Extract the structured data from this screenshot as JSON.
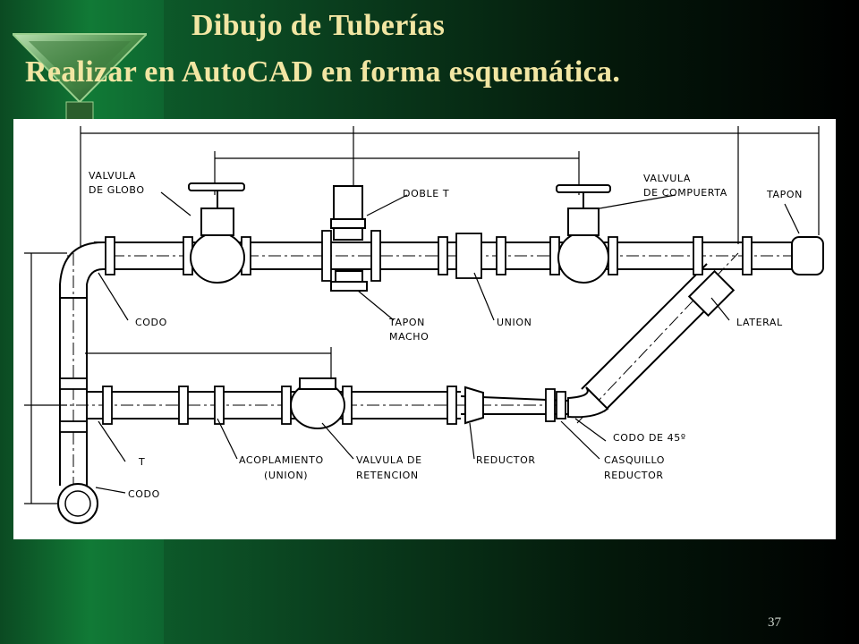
{
  "slide": {
    "title": "Dibujo de Tuberías",
    "subtitle": "Realizar en AutoCAD en forma esquemática.",
    "number": "37"
  },
  "colors": {
    "title_text": "#f2e6a3",
    "background_dark": "#000000",
    "background_green": "#0d5a2a"
  },
  "logo": {
    "icon": "green-funnel-logo-icon"
  },
  "diagram": {
    "labels": {
      "valvula_globo_1": "VALVULA",
      "valvula_globo_2": "DE GLOBO",
      "doble_t": "DOBLE T",
      "valvula_compuerta_1": "VALVULA",
      "valvula_compuerta_2": "DE COMPUERTA",
      "tapon": "TAPON",
      "codo_top": "CODO",
      "tapon_macho_1": "TAPON",
      "tapon_macho_2": "MACHO",
      "union": "UNION",
      "lateral": "LATERAL",
      "t": "T",
      "acoplamiento_1": "ACOPLAMIENTO",
      "acoplamiento_2": "(UNION)",
      "valvula_retencion_1": "VALVULA DE",
      "valvula_retencion_2": "RETENCION",
      "reductor": "REDUCTOR",
      "casquillo_1": "CASQUILLO",
      "casquillo_2": "REDUCTOR",
      "codo_45": "CODO DE 45º",
      "codo_bottom": "CODO"
    }
  }
}
